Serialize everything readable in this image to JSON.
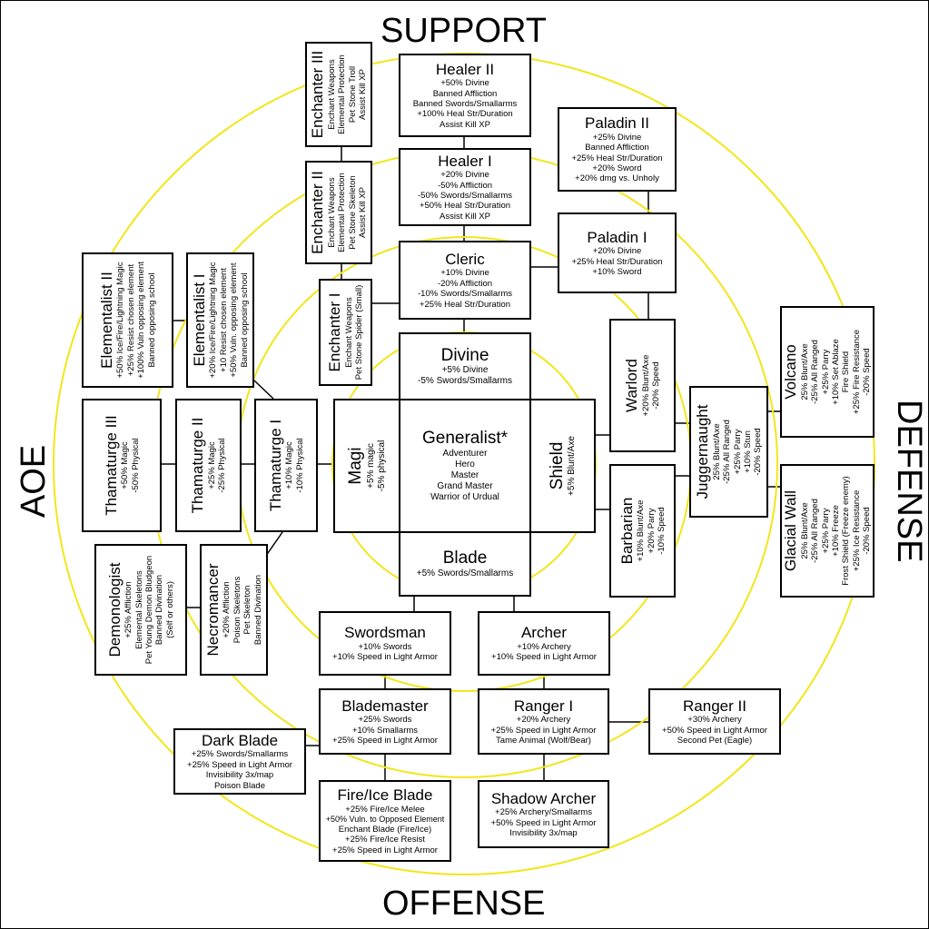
{
  "axes": {
    "top": "SUPPORT",
    "bottom": "OFFENSE",
    "left": "AOE",
    "right": "DEFENSE"
  },
  "colors": {
    "rings": "#f2e61a",
    "box_border": "#000000",
    "connector": "#000000"
  },
  "nodes": {
    "generalist": {
      "title": "Generalist*",
      "lines": [
        "Adventurer",
        "Hero",
        "Master",
        "Grand Master",
        "Warrior of Urdual"
      ]
    },
    "divine": {
      "title": "Divine",
      "lines": [
        "+5% Divine",
        "-5% Swords/Smallarms"
      ]
    },
    "blade": {
      "title": "Blade",
      "lines": [
        "+5% Swords/Smallarms"
      ]
    },
    "magi": {
      "title": "Magi",
      "lines": [
        "+5% magic",
        "-5% physical"
      ]
    },
    "shield": {
      "title": "Shield",
      "lines": [
        "+5% Blunt/Axe"
      ]
    },
    "cleric": {
      "title": "Cleric",
      "lines": [
        "+10% Divine",
        "-20% Affliction",
        "-10% Swords/Smallarms",
        "+25% Heal Str/Duration"
      ]
    },
    "healer1": {
      "title": "Healer I",
      "lines": [
        "+20% Divine",
        "-50% Affliction",
        "-50% Swords/Smallarms",
        "+50% Heal Str/Duration",
        "Assist Kill XP"
      ]
    },
    "healer2": {
      "title": "Healer II",
      "lines": [
        "+50% Divine",
        "Banned Affliction",
        "Banned Swords/Smallarms",
        "+100% Heal Str/Duration",
        "Assist Kill XP"
      ]
    },
    "enchanter1": {
      "title": "Enchanter I",
      "lines": [
        "Enchant Weapons",
        "Pet Stone Spider (Small)"
      ]
    },
    "enchanter2": {
      "title": "Enchanter II",
      "lines": [
        "Enchant Weapons",
        "Elemental Protection",
        "Pet Stone Skeleton",
        "Assist Kill XP"
      ]
    },
    "enchanter3": {
      "title": "Enchanter III",
      "lines": [
        "Enchant Weapons",
        "Elemental Protection",
        "Pet Stone Troll",
        "Assist Kill XP"
      ]
    },
    "paladin1": {
      "title": "Paladin I",
      "lines": [
        "+20% Divine",
        "+25% Heal Str/Duration",
        "+10% Sword"
      ]
    },
    "paladin2": {
      "title": "Paladin II",
      "lines": [
        "+25% Divine",
        "Banned Affliction",
        "+25% Heal Str/Duration",
        "+20% Sword",
        "+20% dmg vs. Unholy"
      ]
    },
    "warlord": {
      "title": "Warlord",
      "lines": [
        "+20% Blunt/Axe",
        "-20% Speed"
      ]
    },
    "barbarian": {
      "title": "Barbarian",
      "lines": [
        "+10% Blunt/Axe",
        "+20% Parry",
        "-10% Speed"
      ]
    },
    "juggernaught": {
      "title": "Juggernaught",
      "lines": [
        "25% Blunt/Axe",
        "-25% All Ranged",
        "+25% Parry",
        "+10% Stun",
        "-20% Speed"
      ]
    },
    "volcano": {
      "title": "Volcano",
      "lines": [
        "25% Blunt/Axe",
        "-25% All Ranged",
        "+25% Parry",
        "+10% Set Ablaze",
        "Fire Shield",
        "+25% Fire Resistance",
        "-20% Speed"
      ]
    },
    "glacialwall": {
      "title": "Glacial Wall",
      "lines": [
        "25% Blunt/Axe",
        "-25% All Ranged",
        "+25% Parry",
        "+10% Freeze",
        "Frost Shield (Freeze enemy)",
        "+25% Ice Resistance",
        "-20% Speed"
      ]
    },
    "thaumaturge1": {
      "title": "Thamaturge I",
      "lines": [
        "+10% Magic",
        "-10% Physical"
      ]
    },
    "thaumaturge2": {
      "title": "Thamaturge II",
      "lines": [
        "+25% Magic",
        "-25% Physical"
      ]
    },
    "thaumaturge3": {
      "title": "Thamaturge III",
      "lines": [
        "+50% Magic",
        "-50% Physical"
      ]
    },
    "elementalist1": {
      "title": "Elementalist I",
      "lines": [
        "+20% Ice/Fire/Lightning Magic",
        "+10 Resist chosen element",
        "+50% Vuln. opposing element",
        "Banned opposing school"
      ]
    },
    "elementalist2": {
      "title": "Elementalist II",
      "lines": [
        "+50% Ice/Fire/Lightning Magic",
        "+25% Resist chosen element",
        "+100% Vuln opposing element",
        "Banned opposing school"
      ]
    },
    "necromancer": {
      "title": "Necromancer",
      "lines": [
        "+20% Affliction",
        "Poison Skeletons",
        "Pet Skeleton",
        "Banned Divination"
      ]
    },
    "demonologist": {
      "title": "Demonologist",
      "lines": [
        "+25% Affliction",
        "Elemental Skeletons",
        "Pet Young Demon Bludgeon",
        "Banned Divination",
        "(Self or others)"
      ]
    },
    "swordsman": {
      "title": "Swordsman",
      "lines": [
        "+10% Swords",
        "+10% Speed in Light Armor"
      ]
    },
    "archer": {
      "title": "Archer",
      "lines": [
        "+10% Archery",
        "+10% Speed in Light Armor"
      ]
    },
    "blademaster": {
      "title": "Blademaster",
      "lines": [
        "+25% Swords",
        "+10% Smallarms",
        "+25% Speed in Light Armor"
      ]
    },
    "ranger1": {
      "title": "Ranger I",
      "lines": [
        "+20% Archery",
        "+25% Speed in Light Armor",
        "Tame Animal (Wolf/Bear)"
      ]
    },
    "ranger2": {
      "title": "Ranger II",
      "lines": [
        "+30% Archery",
        "+50% Speed in Light Armor",
        "Second Pet (Eagle)"
      ]
    },
    "darkblade": {
      "title": "Dark Blade",
      "lines": [
        "+25% Swords/Smallarms",
        "+25% Speed in Light Armor",
        "Invisibility 3x/map",
        "Poison Blade"
      ]
    },
    "fireiceblade": {
      "title": "Fire/Ice Blade",
      "lines": [
        "+25% Fire/Ice Melee",
        "+50% Vuln. to Opposed Element",
        "Enchant Blade (Fire/Ice)",
        "+25% Fire/Ice Resist",
        "+25% Speed in Light Armor"
      ]
    },
    "shadowarcher": {
      "title": "Shadow Archer",
      "lines": [
        "+25% Archery/Smallarms",
        "+50% Speed in Light Armor",
        "Invisibility 3x/map"
      ]
    }
  }
}
